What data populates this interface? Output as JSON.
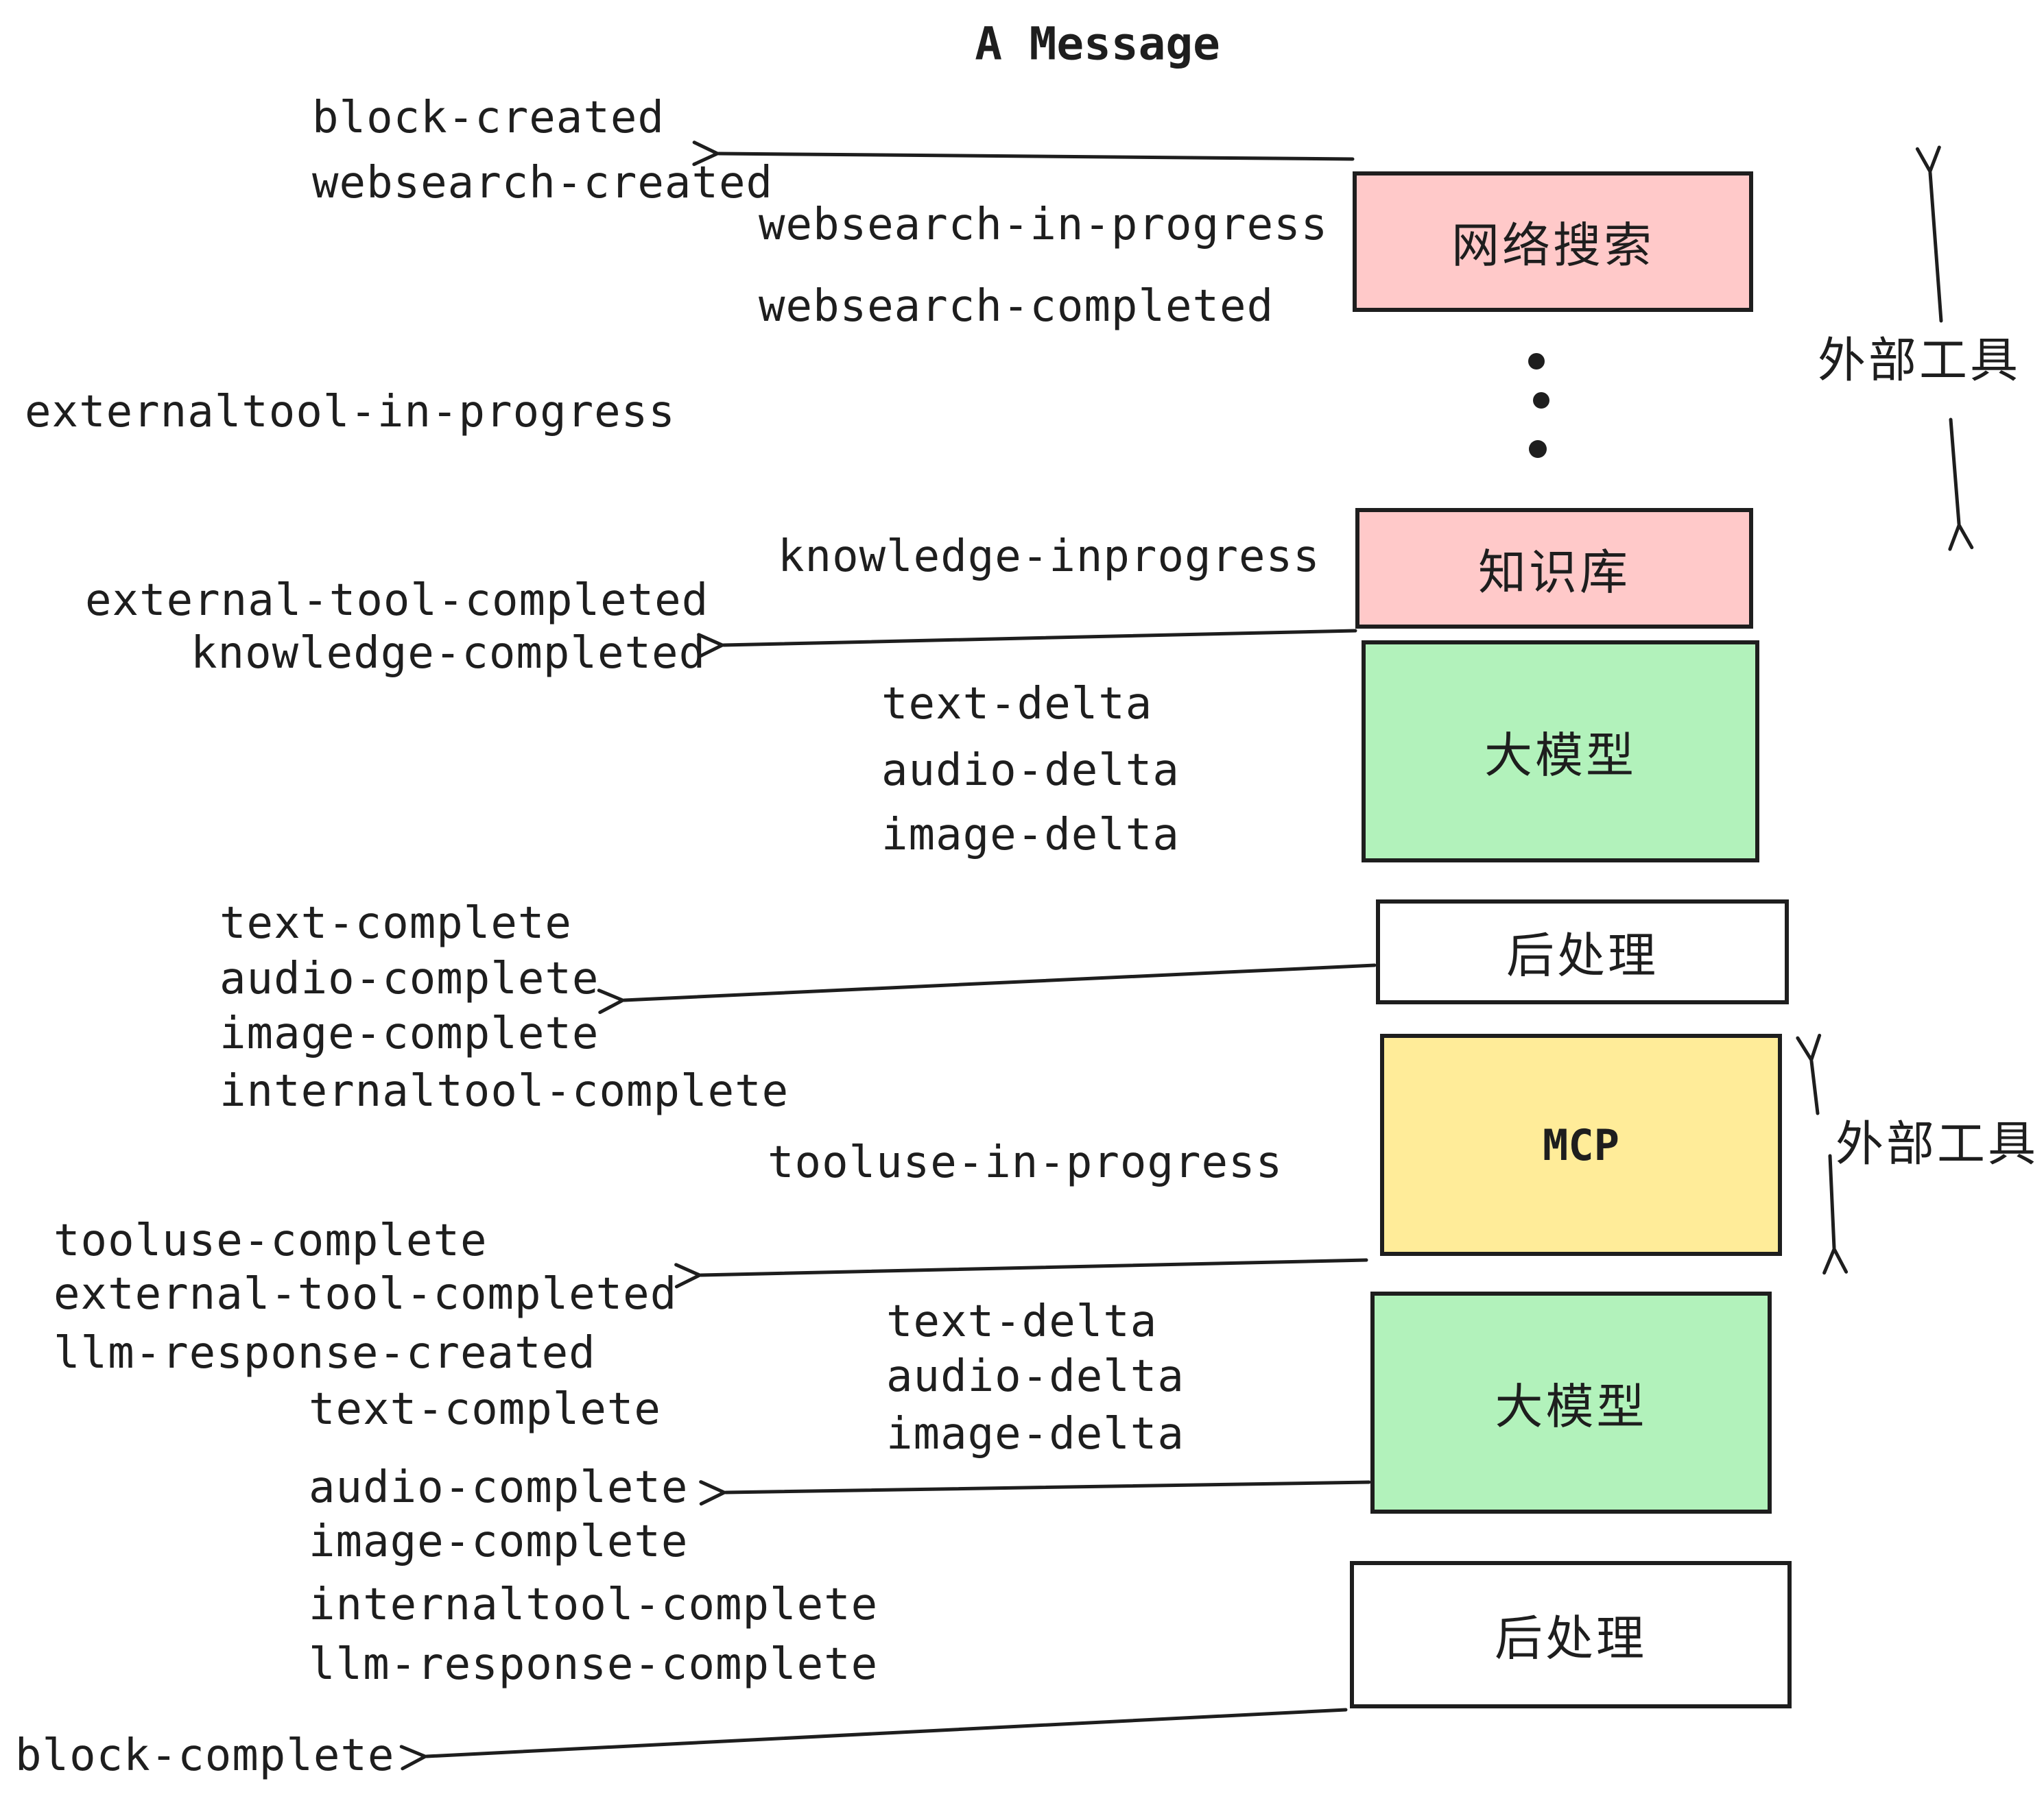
{
  "title": "A Message",
  "events": {
    "block_created": "block-created",
    "websearch_created": "websearch-created",
    "websearch_in_progress": "websearch-in-progress",
    "websearch_completed": "websearch-completed",
    "externaltool_in_progress": "externaltool-in-progress",
    "knowledge_inprogress": "knowledge-inprogress",
    "external_tool_completed": "external-tool-completed",
    "knowledge_completed": "knowledge-completed",
    "text_delta": "text-delta",
    "audio_delta": "audio-delta",
    "image_delta": "image-delta",
    "text_complete": "text-complete",
    "audio_complete": "audio-complete",
    "image_complete": "image-complete",
    "internaltool_complete": "internaltool-complete",
    "tooluse_in_progress": "tooluse-in-progress",
    "tooluse_complete": "tooluse-complete",
    "llm_response_created": "llm-response-created",
    "llm_response_complete": "llm-response-complete",
    "block_complete": "block-complete"
  },
  "boxes": {
    "websearch": {
      "label": "网络搜索",
      "color": "#ffc9c9"
    },
    "knowledge": {
      "label": "知识库",
      "color": "#ffc9c9"
    },
    "llm1": {
      "label": "大模型",
      "color": "#b2f2bb"
    },
    "post1": {
      "label": "后处理",
      "color": "#ffffff"
    },
    "mcp": {
      "label": "MCP",
      "color": "#ffec99"
    },
    "llm2": {
      "label": "大模型",
      "color": "#b2f2bb"
    },
    "post2": {
      "label": "后处理",
      "color": "#ffffff"
    }
  },
  "side_labels": {
    "external_tools_1": "外部工具",
    "external_tools_2": "外部工具"
  },
  "colors": {
    "pink": "#ffc9c9",
    "green": "#b2f2bb",
    "yellow": "#ffec99",
    "stroke": "#1e1e1e",
    "background": "#ffffff"
  }
}
